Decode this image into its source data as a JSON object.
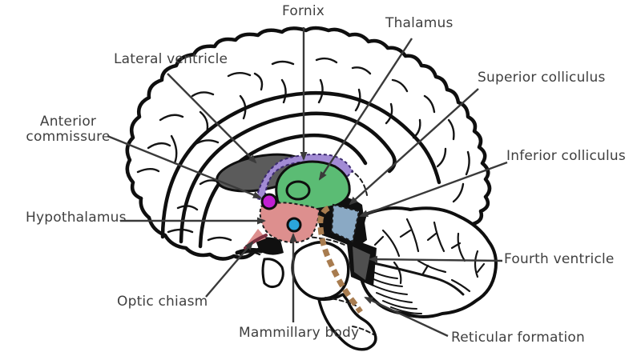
{
  "diagram": {
    "type": "brain-sagittal-anatomy",
    "labels": {
      "fornix": "Fornix",
      "thalamus": "Thalamus",
      "lateral_ventricle": "Lateral ventricle",
      "superior_colliculus": "Superior colliculus",
      "anterior_commissure": "Anterior commissure",
      "inferior_colliculus": "Inferior colliculus",
      "hypothalamus": "Hypothalamus",
      "fourth_ventricle": "Fourth ventricle",
      "optic_chiasm": "Optic chiasm",
      "mammillary_body": "Mammillary body",
      "reticular_formation": "Reticular formation"
    },
    "colors": {
      "lateral_ventricle": "#5b5b5b",
      "fornix": "#a28bd4",
      "thalamus": "#5bbc74",
      "anterior_commissure": "#c21fd2",
      "hypothalamus": "#dd8f8e",
      "mammillary_body": "#2aa6dc",
      "colliculi": "#8aa9c4",
      "reticular_formation": "#a87c4f",
      "fourth_ventricle": "#4f4f4f",
      "optic_chiasm_streak": "#7c3040",
      "outline": "#0f0f0f",
      "label_text": "#3f3f3f",
      "arrow": "#3a3a3a",
      "background": "#ffffff"
    }
  }
}
